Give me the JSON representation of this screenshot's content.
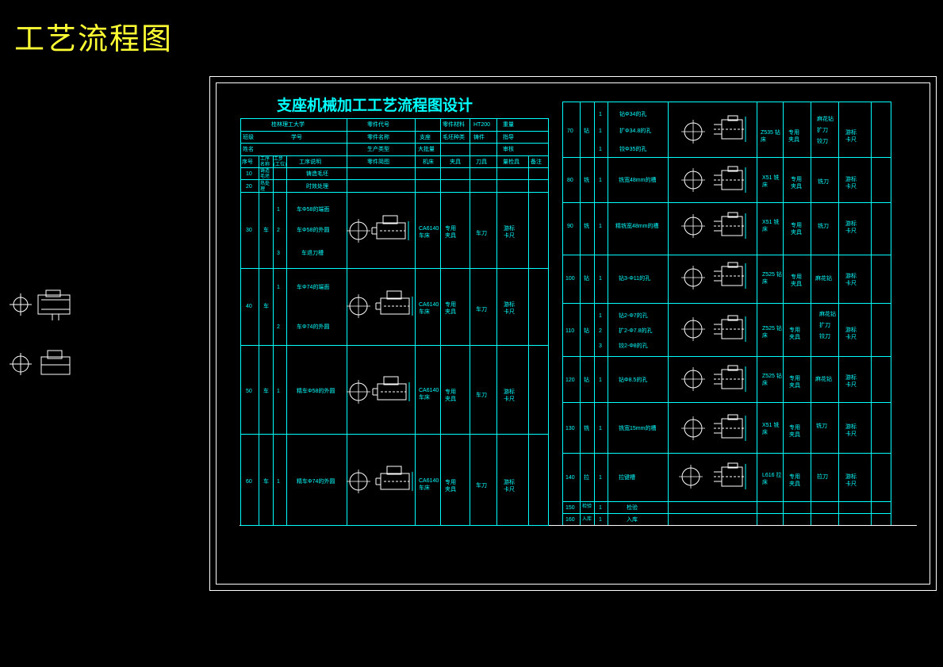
{
  "page_title": "工艺流程图",
  "sheet_title": "支座机械加工工艺流程图设计",
  "header": {
    "row1": [
      "桂林理工大学",
      "零件代号",
      "零件材料",
      "HT200",
      "重量"
    ],
    "row2": [
      "班级",
      "学号",
      "零件名称",
      "支座",
      "毛坯种类",
      "铸件",
      "指导"
    ],
    "row3": [
      "姓名",
      "生产类型",
      "大批量",
      "审核"
    ],
    "columns": [
      "序号",
      "工序名称",
      "工步(工位)",
      "工序说明",
      "零件简图",
      "机床",
      "夹具",
      "刀具",
      "量检具",
      "备注"
    ]
  },
  "left_rows": [
    {
      "no": "10",
      "name": "铸造毛坯",
      "desc": "铸造毛坯"
    },
    {
      "no": "20",
      "name": "热处理",
      "desc": "时效处理"
    },
    {
      "no": "30",
      "name": "车",
      "steps": [
        [
          "1",
          "车Φ58的端面"
        ],
        [
          "2",
          "车Φ58的外圆"
        ],
        [
          "3",
          "车退刀槽"
        ]
      ],
      "machine": "CA6140 车床",
      "fixture": "专用 夹具",
      "tool": "车刀",
      "gauge": "游标 卡尺"
    },
    {
      "no": "40",
      "name": "车",
      "steps": [
        [
          "1",
          "车Φ74的端面"
        ],
        [
          "2",
          "车Φ74的外圆"
        ]
      ],
      "machine": "CA6140 车床",
      "fixture": "专用 夹具",
      "tool": "车刀",
      "gauge": "游标 卡尺"
    },
    {
      "no": "50",
      "name": "车",
      "steps": [
        [
          "1",
          "精车Φ58的外圆"
        ]
      ],
      "machine": "CA6140 车床",
      "fixture": "专用 夹具",
      "tool": "车刀",
      "gauge": "游标 卡尺"
    },
    {
      "no": "60",
      "name": "车",
      "steps": [
        [
          "1",
          "精车Φ74的外圆"
        ]
      ],
      "machine": "CA6140 车床",
      "fixture": "专用 夹具",
      "tool": "车刀",
      "gauge": "游标 卡尺"
    }
  ],
  "right_rows": [
    {
      "no": "70",
      "name": "钻",
      "steps": [
        [
          "1",
          "钻Φ34的孔"
        ],
        [
          "1",
          "扩Φ34.8的孔"
        ],
        [
          "1",
          "铰Φ35的孔"
        ]
      ],
      "machine": "Z535 钻床",
      "fixture": "专用 夹具",
      "tool": "麻花钻 扩刀 铰刀",
      "gauge": "游标 卡尺"
    },
    {
      "no": "80",
      "name": "铣",
      "steps": [
        [
          "1",
          "铣宽48mm的槽"
        ]
      ],
      "machine": "X51 铣床",
      "fixture": "专用 夹具",
      "tool": "铣刀",
      "gauge": "游标 卡尺"
    },
    {
      "no": "90",
      "name": "铣",
      "steps": [
        [
          "1",
          "精铣宽48mm的槽"
        ]
      ],
      "machine": "X51 铣床",
      "fixture": "专用 夹具",
      "tool": "铣刀",
      "gauge": "游标 卡尺"
    },
    {
      "no": "100",
      "name": "钻",
      "steps": [
        [
          "1",
          "钻3-Φ11的孔"
        ]
      ],
      "machine": "Z525 钻床",
      "fixture": "专用 夹具",
      "tool": "麻花钻",
      "gauge": "游标 卡尺"
    },
    {
      "no": "110",
      "name": "钻",
      "steps": [
        [
          "1",
          "钻2-Φ7的孔"
        ],
        [
          "2",
          "扩2-Φ7.8的孔"
        ],
        [
          "3",
          "铰2-Φ8的孔"
        ]
      ],
      "machine": "Z525 钻床",
      "fixture": "专用 夹具",
      "tool": "麻花钻 扩刀 铰刀",
      "gauge": "游标 卡尺"
    },
    {
      "no": "120",
      "name": "钻",
      "steps": [
        [
          "1",
          "钻Φ8.5的孔"
        ]
      ],
      "machine": "Z525 钻床",
      "fixture": "专用 夹具",
      "tool": "麻花钻",
      "gauge": "游标 卡尺"
    },
    {
      "no": "130",
      "name": "铣",
      "steps": [
        [
          "1",
          "铣宽15mm的槽"
        ]
      ],
      "machine": "X51 铣床",
      "fixture": "专用 夹具",
      "tool": "铣刀",
      "gauge": "游标 卡尺"
    },
    {
      "no": "140",
      "name": "拉",
      "steps": [
        [
          "1",
          "拉键槽"
        ]
      ],
      "machine": "L616 拉床",
      "fixture": "专用 夹具",
      "tool": "拉刀",
      "gauge": "游标 卡尺"
    },
    {
      "no": "150",
      "name": "检验",
      "steps": [
        [
          "1",
          "检验"
        ]
      ]
    },
    {
      "no": "160",
      "name": "入库",
      "steps": [
        [
          "1",
          "入库"
        ]
      ]
    }
  ]
}
